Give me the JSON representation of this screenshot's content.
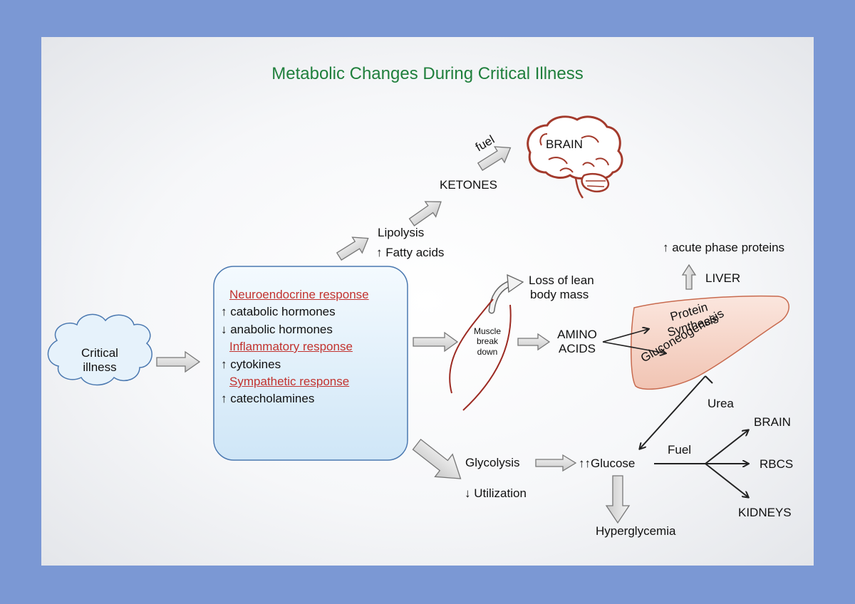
{
  "title": "Metabolic Changes During Critical Illness",
  "colors": {
    "background": "#7b98d4",
    "title": "#1f7f3c",
    "response_heading": "#c2322e",
    "brain": "#a33a2c",
    "liver_fill": "#f5d3c7",
    "muscle": "#9c2a22",
    "box_border": "#4a78b0"
  },
  "critical_illness": {
    "line1": "Critical",
    "line2": "illness"
  },
  "response_box": {
    "neuroendocrine": "Neuroendocrine response",
    "catabolic": "↑ catabolic hormones",
    "anabolic": "↓ anabolic hormones",
    "inflammatory": "Inflammatory response",
    "cytokines": "↑ cytokines",
    "sympathetic": "Sympathetic response",
    "catecholamines": "↑ catecholamines"
  },
  "lipolysis": {
    "label": "Lipolysis",
    "fatty_acids": "↑ Fatty acids"
  },
  "ketones": "KETONES",
  "fuel_brain": "fuel",
  "brain_label": "BRAIN",
  "muscle": {
    "line1": "Muscle",
    "line2": "break",
    "line3": "down"
  },
  "lean_mass": {
    "line1": "Loss of lean",
    "line2": "body mass"
  },
  "amino_acids": {
    "line1": "AMINO",
    "line2": "ACIDS"
  },
  "liver": {
    "label": "LIVER",
    "acute_phase": "↑ acute phase proteins",
    "protein_synthesis_1": "Protein",
    "protein_synthesis_2": "Synthesis",
    "gluconeogenesis": "Gluconeogenesis"
  },
  "urea": "Urea",
  "glycolysis": "Glycolysis",
  "utilization": "↓ Utilization",
  "glucose": "↑↑Glucose",
  "fuel": "Fuel",
  "hyperglycemia": "Hyperglycemia",
  "targets": {
    "brain": "BRAIN",
    "rbcs": "RBCS",
    "kidneys": "KIDNEYS"
  }
}
